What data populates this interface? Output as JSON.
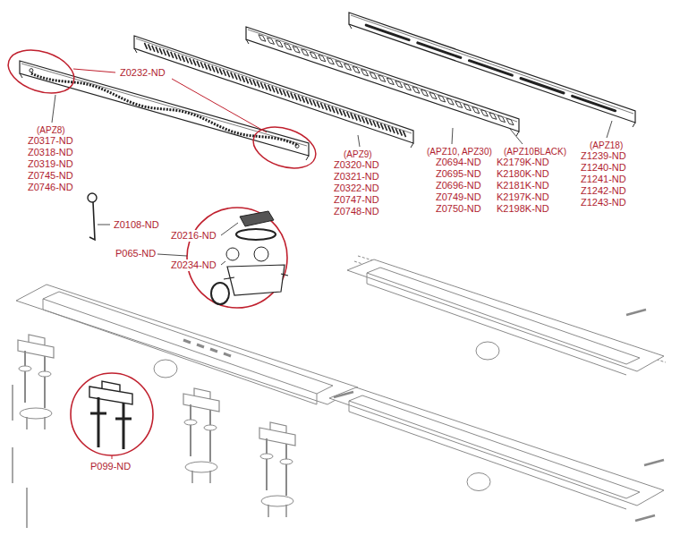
{
  "diagram": {
    "labels": [
      "Z0232-ND",
      "(APZ8)",
      "Z0317-ND",
      "Z0318-ND",
      "Z0319-ND",
      "Z0745-ND",
      "Z0746-ND",
      "(APZ9)",
      "Z0320-ND",
      "Z0321-ND",
      "Z0322-ND",
      "Z0747-ND",
      "Z0748-ND",
      "(APZ10, APZ30)",
      "Z0694-ND",
      "Z0695-ND",
      "Z0696-ND",
      "Z0749-ND",
      "Z0750-ND",
      "(APZ10BLACK)",
      "K2179K-ND",
      "K2180K-ND",
      "K2181K-ND",
      "K2197K-ND",
      "K2198K-ND",
      "(APZ18)",
      "Z1239-ND",
      "Z1240-ND",
      "Z1241-ND",
      "Z1242-ND",
      "Z1243-ND",
      "Z0108-ND",
      "Z0216-ND",
      "P065-ND",
      "Z0234-ND",
      "P099-ND"
    ]
  }
}
